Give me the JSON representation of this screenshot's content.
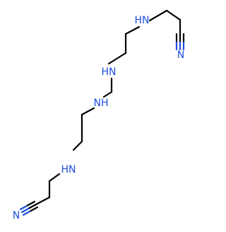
{
  "molecule": {
    "atoms": [
      {
        "id": "amine_1",
        "symbol": "HN"
      },
      {
        "id": "amine_2",
        "symbol": "HN"
      },
      {
        "id": "amine_3",
        "symbol": "NH"
      },
      {
        "id": "amine_4",
        "symbol": "HN"
      },
      {
        "id": "nitrile_top",
        "symbol": "N"
      },
      {
        "id": "nitrile_bottom",
        "symbol": "N"
      }
    ],
    "colors": {
      "bond": "#000000",
      "nitrogen": "#1f4fe0"
    }
  }
}
